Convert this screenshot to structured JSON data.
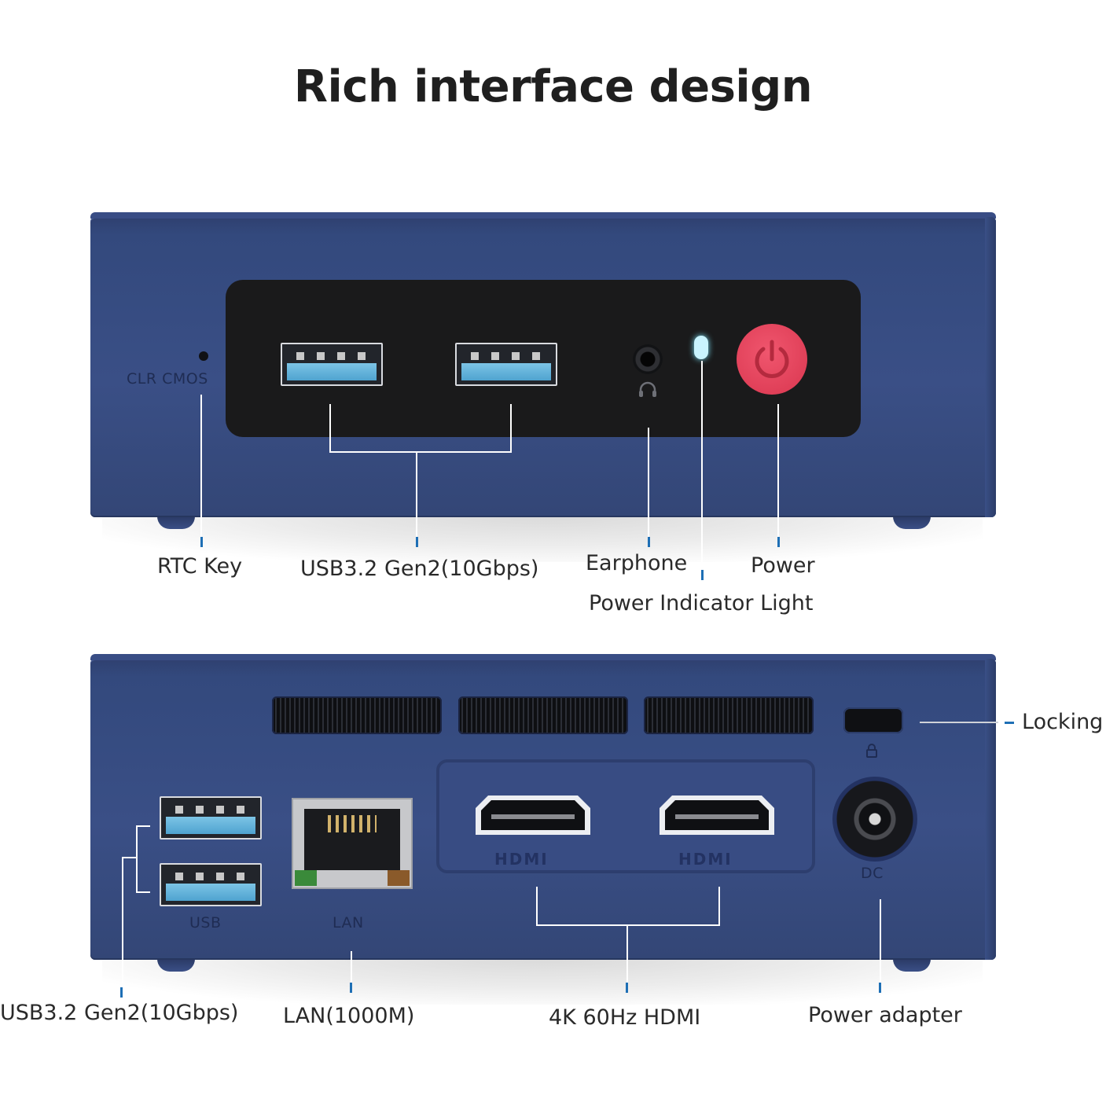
{
  "title": "Rich interface design",
  "front": {
    "engraved": {
      "clr_cmos": "CLR CMOS"
    },
    "callouts": {
      "rtc_key": "RTC Key",
      "usb": "USB3.2 Gen2(10Gbps)",
      "earphone": "Earphone",
      "power": "Power",
      "power_indicator": "Power Indicator Light"
    },
    "colors": {
      "chassis": "#3a4f86",
      "power_button": "#e8455f",
      "indicator_light": "#c9f4ff",
      "callout_tick": "#1e6fb5"
    }
  },
  "back": {
    "engraved": {
      "usb": "USB",
      "lan": "LAN",
      "dc": "DC",
      "hdmi_logo": "HDMI"
    },
    "callouts": {
      "locking": "Locking",
      "usb": "USB3.2 Gen2(10Gbps)",
      "lan": "LAN(1000M)",
      "hdmi": "4K 60Hz HDMI",
      "power_adapter": "Power adapter"
    },
    "icons": [
      "lock-icon",
      "earphone-icon",
      "power-icon"
    ]
  }
}
